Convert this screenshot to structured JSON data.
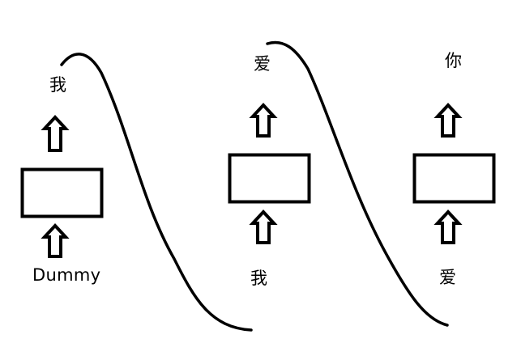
{
  "colors": {
    "stroke": "#000000",
    "background": "#ffffff"
  },
  "steps": [
    {
      "input": "Dummy",
      "output": "我"
    },
    {
      "input": "我",
      "output": "爱"
    },
    {
      "input": "爱",
      "output": "你"
    }
  ]
}
